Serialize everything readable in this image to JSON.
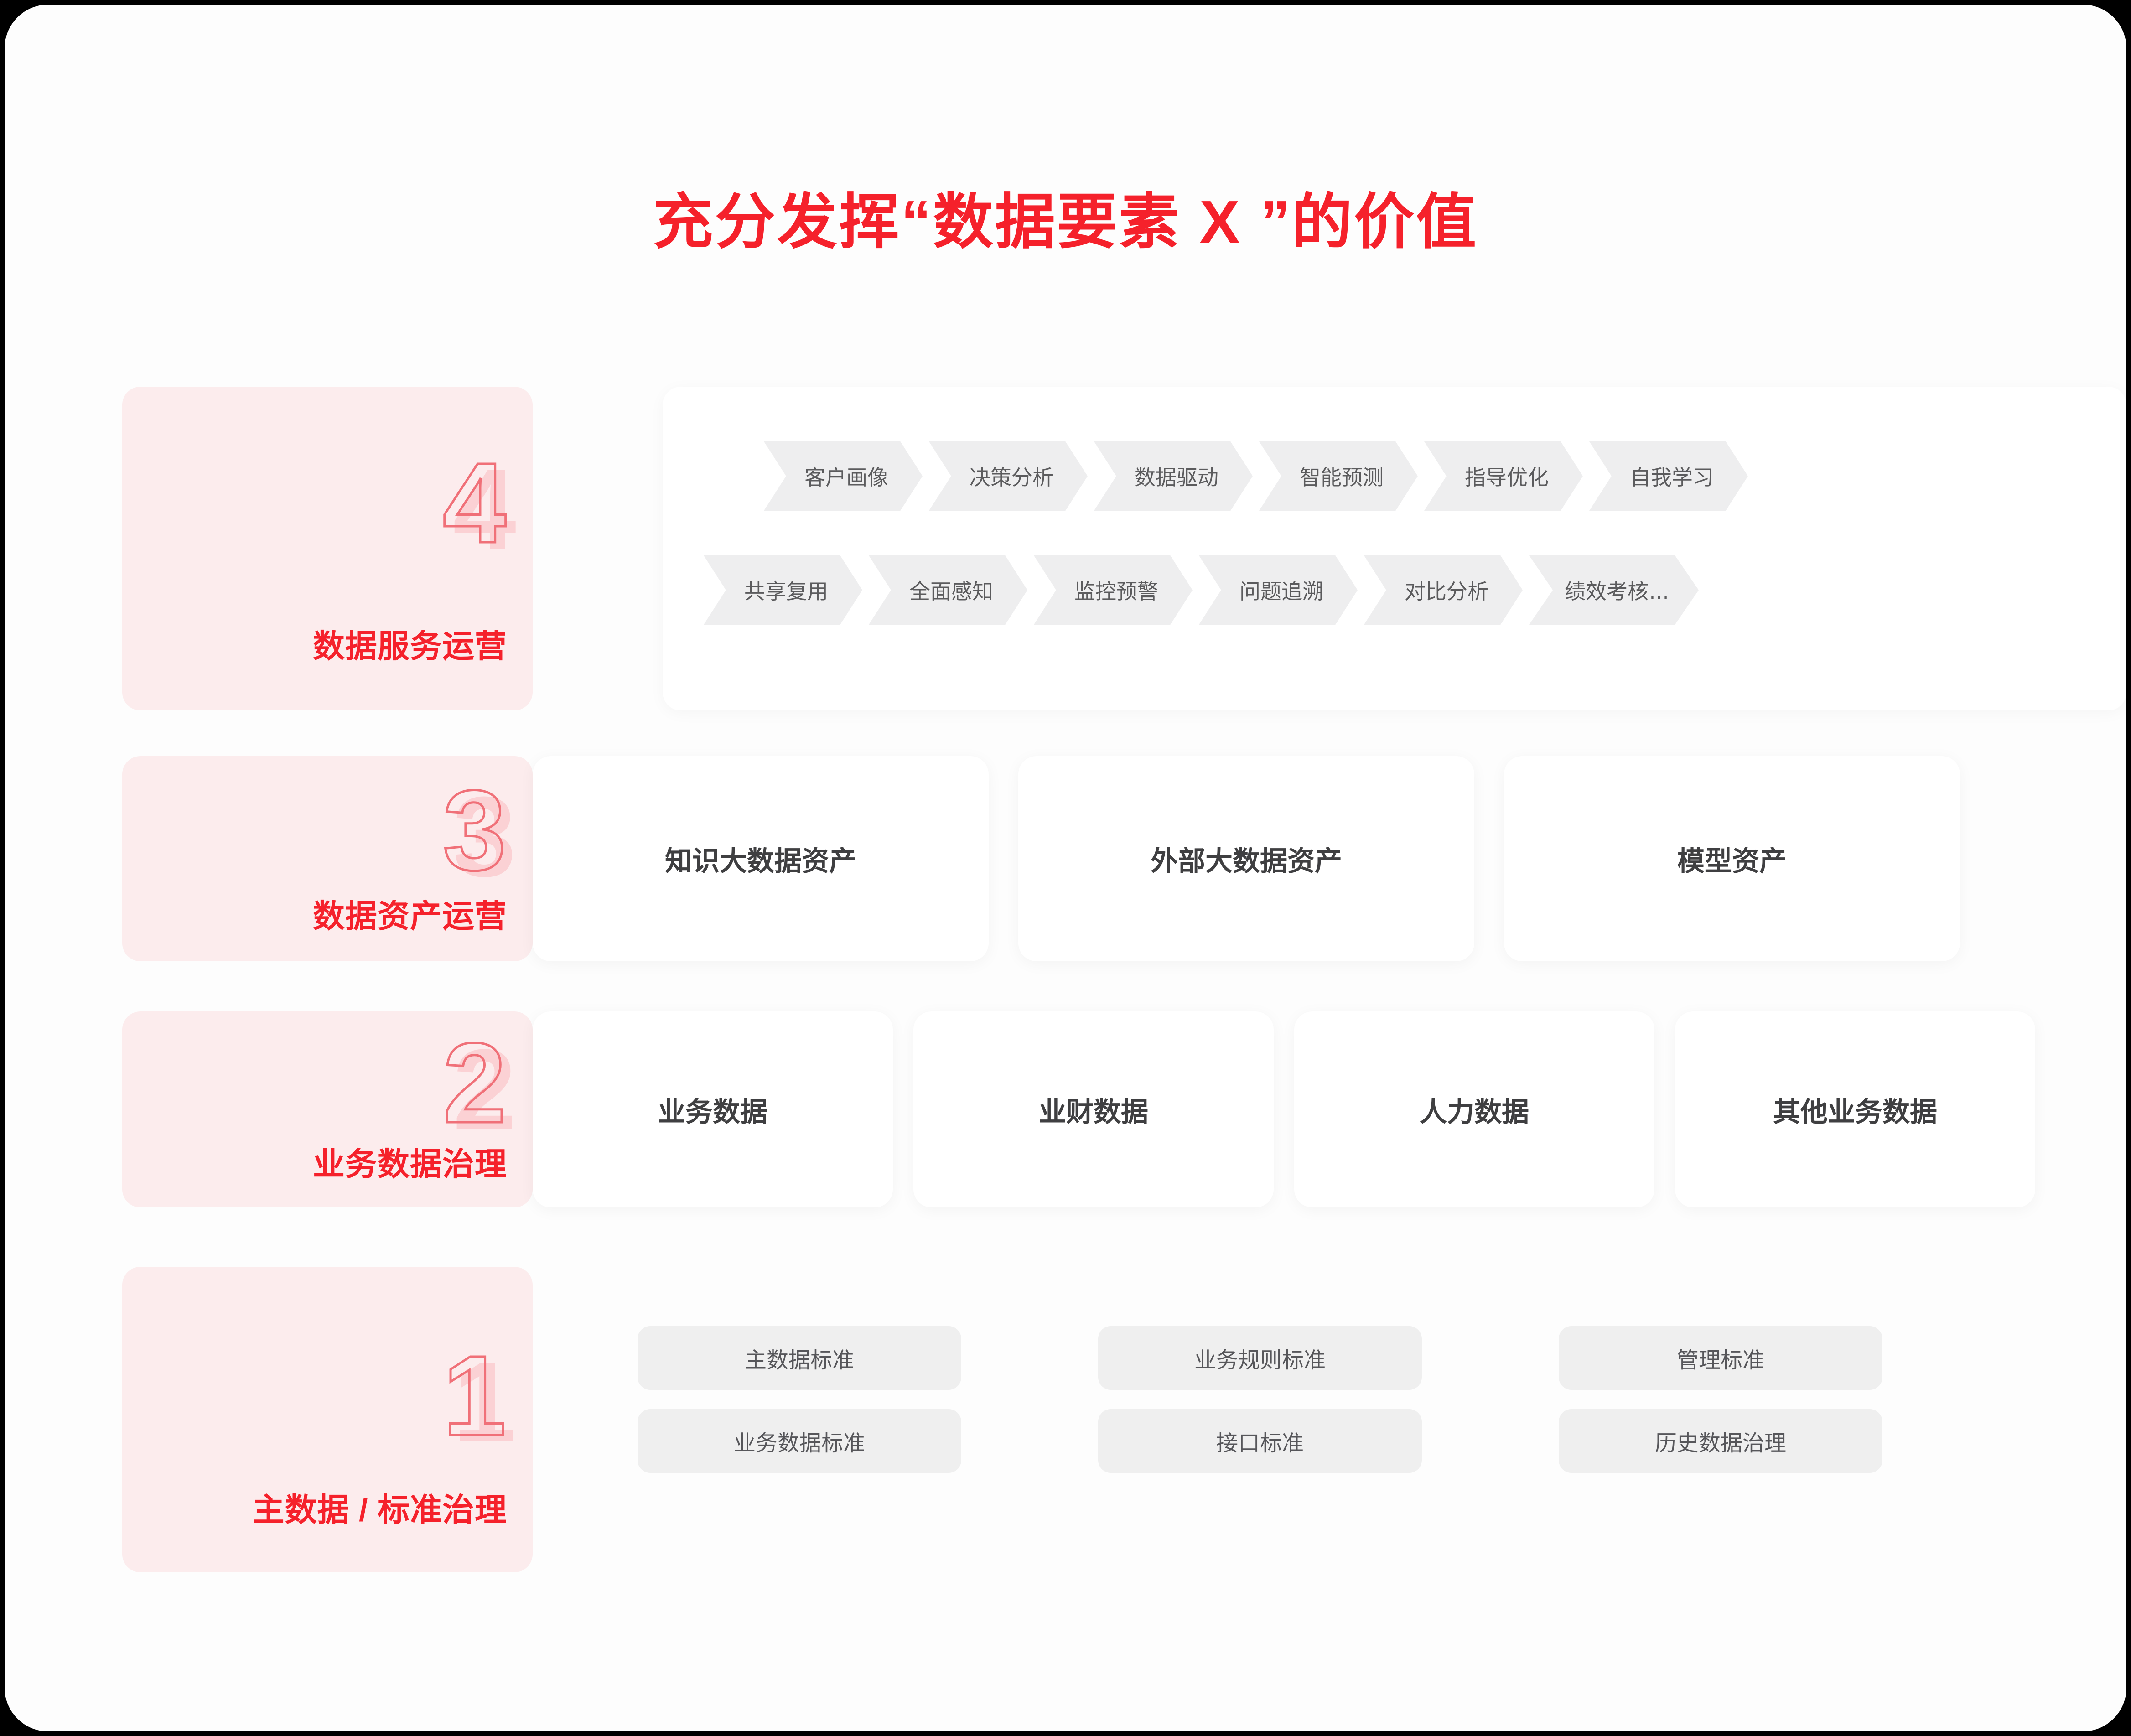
{
  "title": "充分发挥“数据要素 X ”的价值",
  "colors": {
    "brand_red": "#f5212b",
    "stage_bg": "#fceced",
    "page_bg": "#fdfdfd",
    "chip_gray": "#eeeeef",
    "pill_gray": "#efefef",
    "text_dark": "#3f3f41"
  },
  "rows": {
    "row4": {
      "number": "4",
      "label": "数据服务运营",
      "chevrons_line1": [
        "客户画像",
        "决策分析",
        "数据驱动",
        "智能预测",
        "指导优化",
        "自我学习"
      ],
      "chevrons_line2": [
        "共享复用",
        "全面感知",
        "监控预警",
        "问题追溯",
        "对比分析",
        "绩效考核…"
      ]
    },
    "row3": {
      "number": "3",
      "label": "数据资产运营",
      "cards": [
        "知识大数据资产",
        "外部大数据资产",
        "模型资产"
      ]
    },
    "row2": {
      "number": "2",
      "label": "业务数据治理",
      "cards": [
        "业务数据",
        "业财数据",
        "人力数据",
        "其他业务数据"
      ]
    },
    "row1": {
      "number": "1",
      "label": "主数据 / 标准治理",
      "pills_line1": [
        "主数据标准",
        "业务规则标准",
        "管理标准"
      ],
      "pills_line2": [
        "业务数据标准",
        "接口标准",
        "历史数据治理"
      ]
    }
  }
}
